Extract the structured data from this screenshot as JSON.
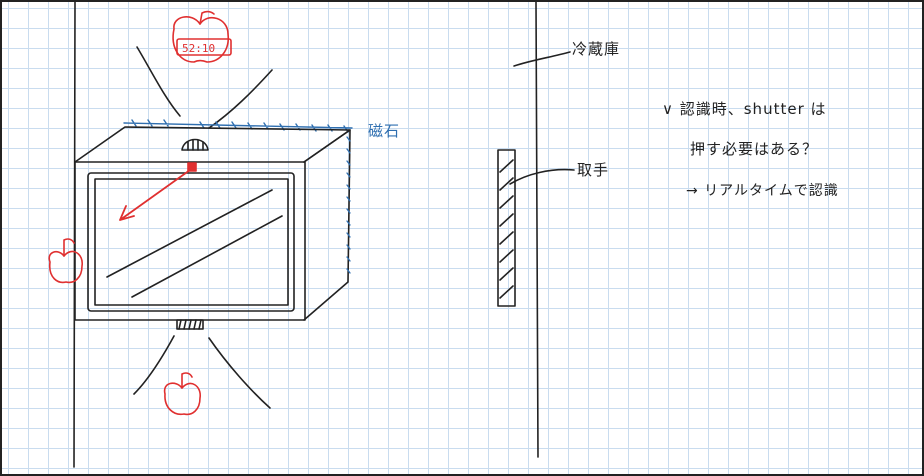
{
  "annotations": {
    "reizouko": "冷蔵庫",
    "jishaku": "磁石",
    "totte": "取手",
    "note_line1": "∨ 認識時、shutter は",
    "note_line2": "押す必要はある？",
    "note_line3": "→ リアルタイムで認識"
  },
  "display_reading": "52:10",
  "icons": {
    "top": "apple-with-price-tag-icon",
    "left": "apple-icon",
    "bottom": "apple-icon"
  },
  "colors": {
    "ink": "#222222",
    "red": "#e03030",
    "blue": "#2f6fb0",
    "grid": "#c9dcef"
  }
}
